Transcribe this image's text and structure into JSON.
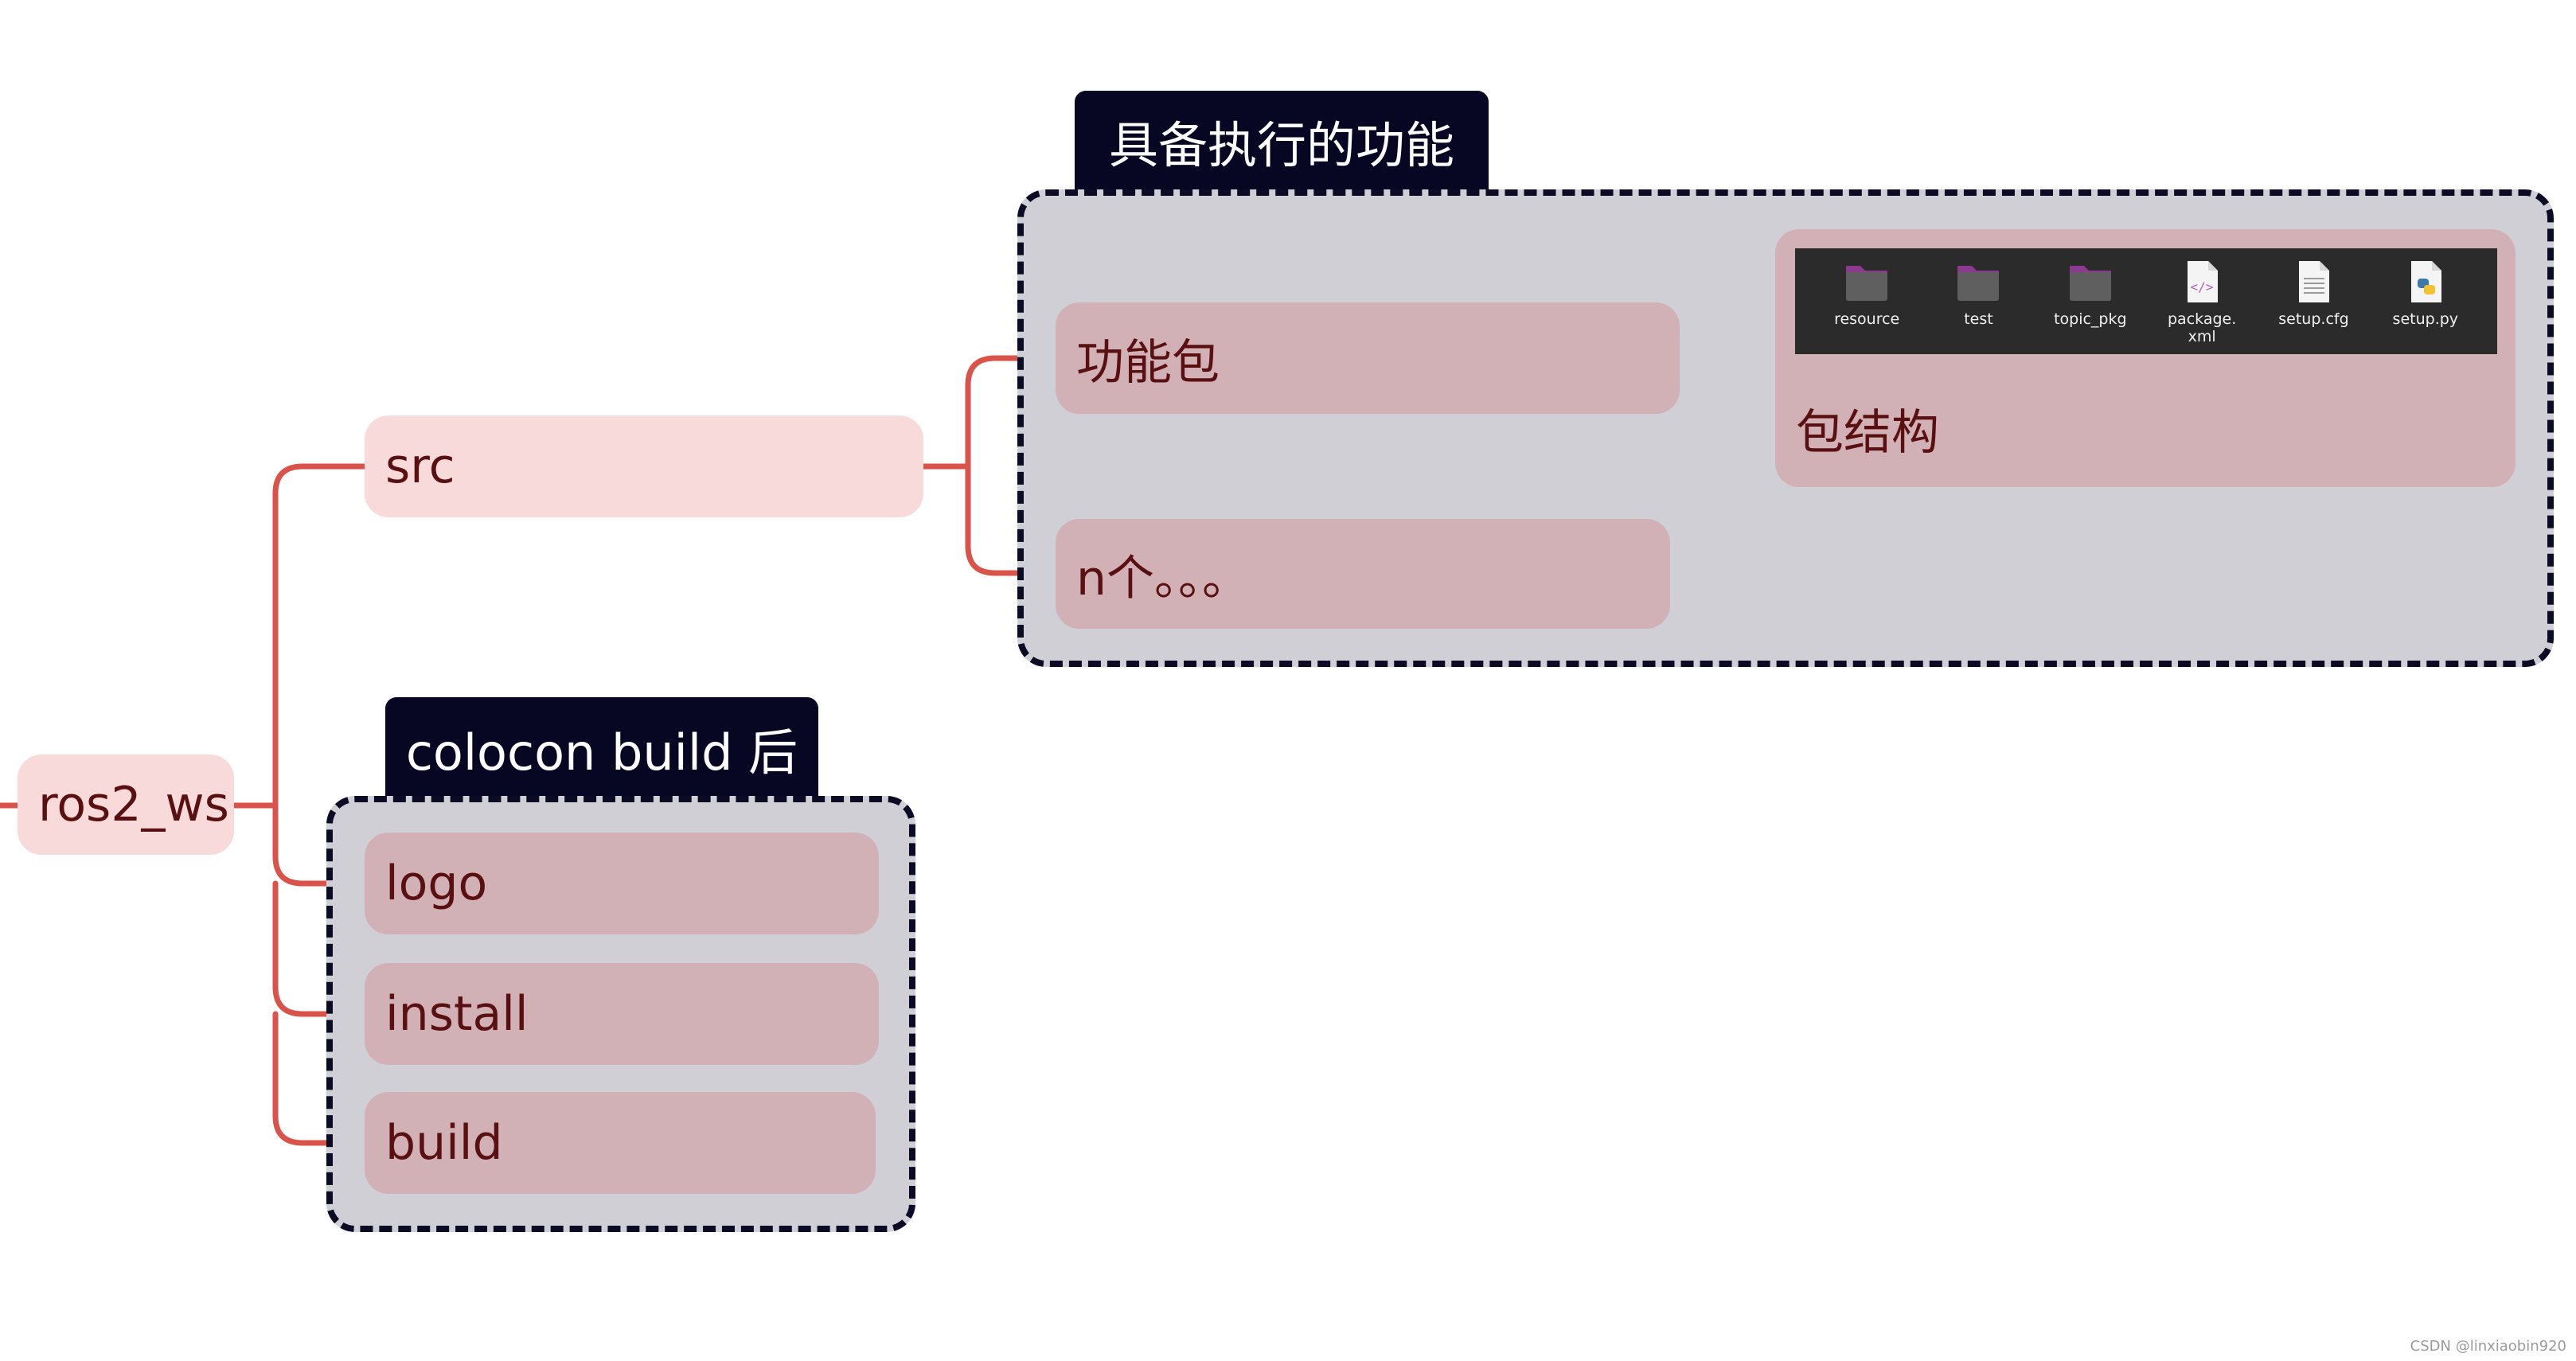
{
  "root": {
    "label": "ros2_ws"
  },
  "src": {
    "label": "src"
  },
  "src_group": {
    "title": "具备执行的功能",
    "package_label": "功能包",
    "more_label": "n个。。。",
    "structure": {
      "label": "包结构",
      "files": [
        {
          "name": "resource",
          "icon": "folder-icon"
        },
        {
          "name": "test",
          "icon": "folder-icon"
        },
        {
          "name": "topic_pkg",
          "icon": "folder-icon"
        },
        {
          "name": "package.\nxml",
          "icon": "xml-file-icon"
        },
        {
          "name": "setup.cfg",
          "icon": "text-file-icon"
        },
        {
          "name": "setup.py",
          "icon": "python-file-icon"
        }
      ]
    }
  },
  "build_group": {
    "title": "colocon build 后",
    "items": [
      "logo",
      "install",
      "build"
    ]
  },
  "watermark": "CSDN @linxiaobin920",
  "colors": {
    "connector": "#d9534a",
    "node_light": "#f8dada",
    "node_dusty": "#d1b1b6",
    "group_bg": "#cfcfd5",
    "group_border": "#0b0b26",
    "title_bg": "#070724",
    "text": "#5a1010"
  }
}
